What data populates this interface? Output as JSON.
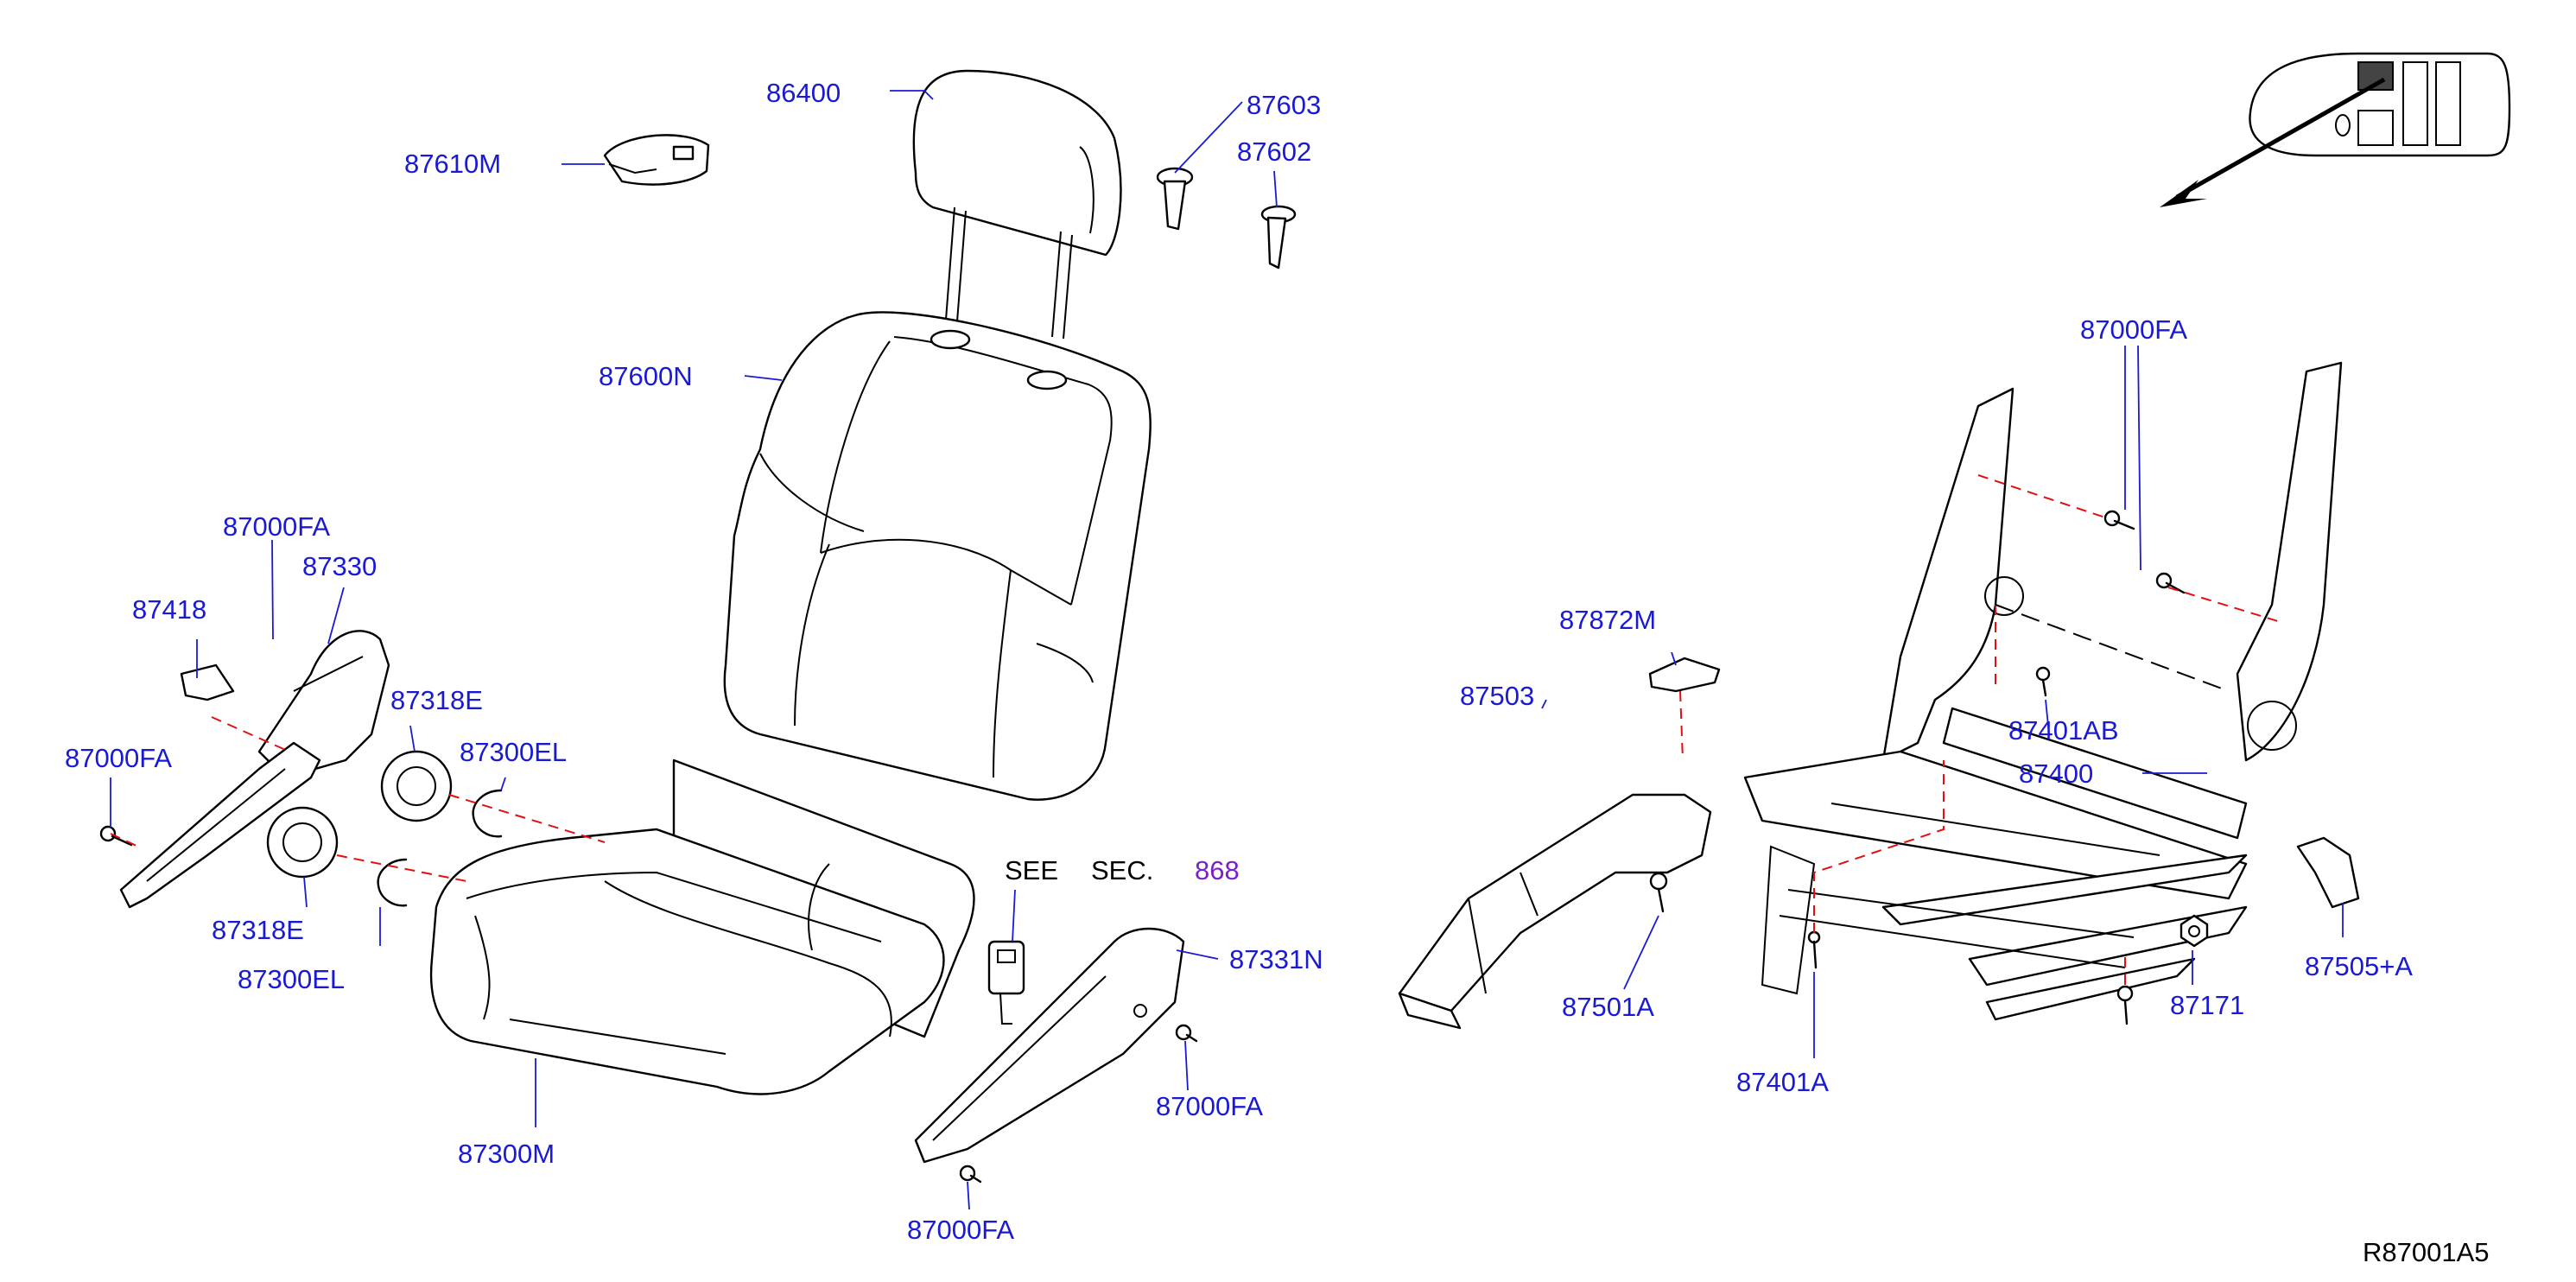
{
  "labels": {
    "l86400": "86400",
    "l87603": "87603",
    "l87602": "87602",
    "l87610M": "87610M",
    "l87600N": "87600N",
    "l87000FA_a": "87000FA",
    "l87330": "87330",
    "l87418": "87418",
    "l87318E_top": "87318E",
    "l87300EL_top": "87300EL",
    "l87000FA_b": "87000FA",
    "l87318E_bot": "87318E",
    "l87300EL_bot": "87300EL",
    "l87300M": "87300M",
    "see_see": "SEE",
    "see_sec": "SEC.",
    "see_num": "868",
    "l87331N": "87331N",
    "l87000FA_c": "87000FA",
    "l87000FA_d": "87000FA",
    "l87872M": "87872M",
    "l87503": "87503",
    "l87000FA_e": "87000FA",
    "l87401AB": "87401AB",
    "l87400": "87400",
    "l87501A": "87501A",
    "l87401A": "87401A",
    "l87171": "87171",
    "l87505A": "87505+A"
  },
  "diagram_code": "R87001A5",
  "colors": {
    "part_number": "#1a1ad4",
    "section_link": "#7a1fc9",
    "install_line": "#e01010",
    "outline": "#000000"
  },
  "icons": [
    "front-direction-arrow-icon",
    "vehicle-top-view-icon"
  ]
}
